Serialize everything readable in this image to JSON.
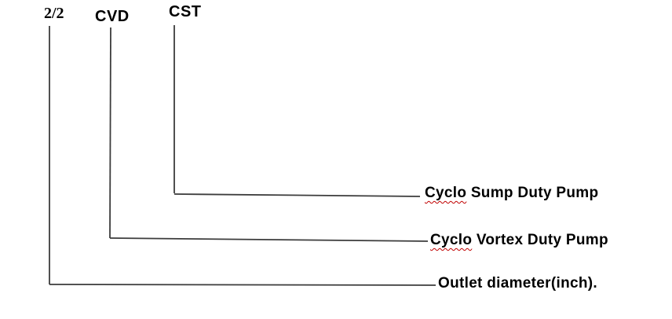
{
  "diagram": {
    "type": "pump-model-nomenclature",
    "codes": {
      "outlet": {
        "code": "2/2",
        "meaning": "Outlet diameter(inch)."
      },
      "cvd": {
        "code": "CVD",
        "meaning_underlined": "Cyclo",
        "meaning_rest": " Vortex Duty Pump"
      },
      "cst": {
        "code": "CST",
        "meaning_underlined": "Cyclo",
        "meaning_rest": " Sump Duty Pump"
      }
    },
    "colors": {
      "line": "#3c3c3c",
      "text": "#000000",
      "spellcheck_underline": "#c00000",
      "background": "#ffffff"
    }
  }
}
